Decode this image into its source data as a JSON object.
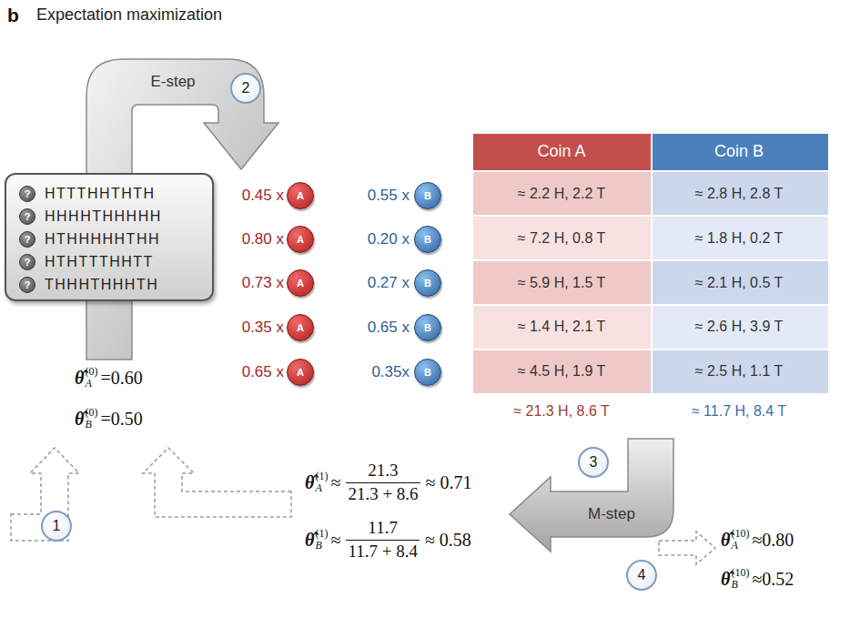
{
  "diagram": {
    "title": "Expectation maximization",
    "nodes": [
      {
        "text": [
          "HTTTHHTHTH",
          "HHHHTHHHHH",
          "HTHHHHHTHH",
          "HTHTTTHHTT",
          "THHHTHHHTH"
        ]
      },
      {
        "text": [
          "?"
        ],
        "in": 0
      },
      {
        "text": [
          "?"
        ],
        "in": 0
      },
      {
        "text": [
          "?"
        ],
        "in": 0
      },
      {
        "text": [
          "?"
        ],
        "in": 0
      },
      {
        "text": [
          "?"
        ],
        "in": 0
      },
      {
        "text": [
          "A"
        ]
      },
      {
        "text": [
          "B"
        ]
      },
      {
        "text": [
          "A"
        ]
      },
      {
        "text": [
          "B"
        ]
      },
      {
        "text": [
          "A"
        ]
      },
      {
        "text": [
          "B"
        ]
      },
      {
        "text": [
          "A"
        ]
      },
      {
        "text": [
          "B"
        ]
      },
      {
        "text": [
          "A"
        ]
      },
      {
        "text": [
          "B"
        ]
      },
      {
        "text": [
          "2"
        ]
      },
      {
        "text": [
          "3"
        ]
      },
      {
        "text": [
          "1"
        ]
      },
      {
        "text": [
          "4"
        ]
      }
    ],
    "labels": [
      "b",
      "E-step",
      "0.45 x",
      "0.55 x",
      "0.80 x",
      "0.20 x",
      "0.73 x",
      "0.27 x",
      "0.35 x",
      "0.65 x",
      "0.65 x",
      "0.35x",
      "Coin A",
      "Coin B",
      "≈ 2.2 H, 2.2 T",
      "≈ 2.8 H, 2.8 T",
      "≈ 7.2 H, 0.8 T",
      "≈ 1.8 H, 0.2 T",
      "≈ 5.9 H, 1.5 T",
      "≈ 2.1 H, 0.5 T",
      "≈ 1.4 H, 2.1 T",
      "≈ 2.6 H, 3.9 T",
      "≈ 4.5 H, 1.9 T",
      "≈ 2.5 H, 1.1 T",
      "≈ 21.3 H, 8.6 T",
      "≈ 11.7 H, 8.4 T",
      "θ̂",
      "A",
      "(0)",
      "=0.60",
      "θ̂",
      "B",
      "(0)",
      "=0.50",
      "θ̂",
      "A",
      "(1)",
      "≈",
      "21.3",
      "21.3 + 8.6",
      "≈ 0.71",
      "θ̂",
      "B",
      "(1)",
      "≈",
      "11.7",
      "11.7 + 8.4",
      "≈ 0.58",
      "M-step",
      "θ̂",
      "A",
      "(10)",
      "≈0.80",
      "θ̂",
      "B",
      "(10)",
      "≈0.52"
    ]
  }
}
